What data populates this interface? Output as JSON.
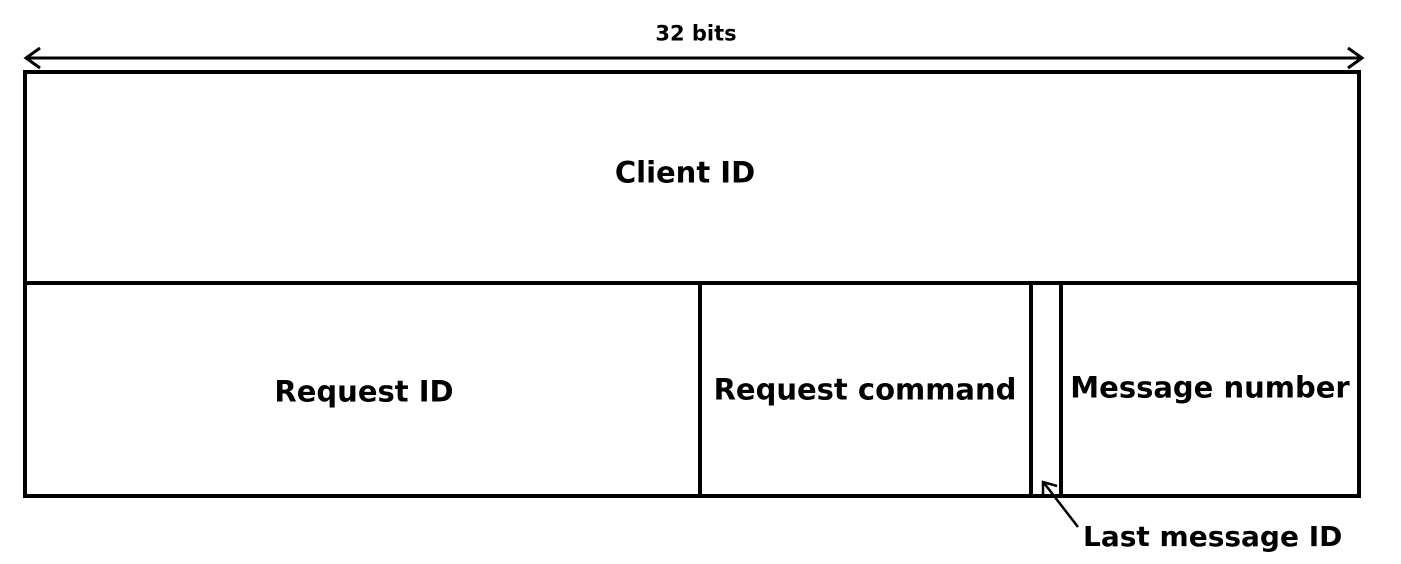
{
  "diagram": {
    "width_label": "32 bits",
    "fields": {
      "client_id": "Client ID",
      "request_id": "Request ID",
      "request_command": "Request command",
      "last_message_id": "Last message ID",
      "message_number": "Message number"
    },
    "colors": {
      "line": "#000000",
      "background": "#ffffff"
    }
  }
}
